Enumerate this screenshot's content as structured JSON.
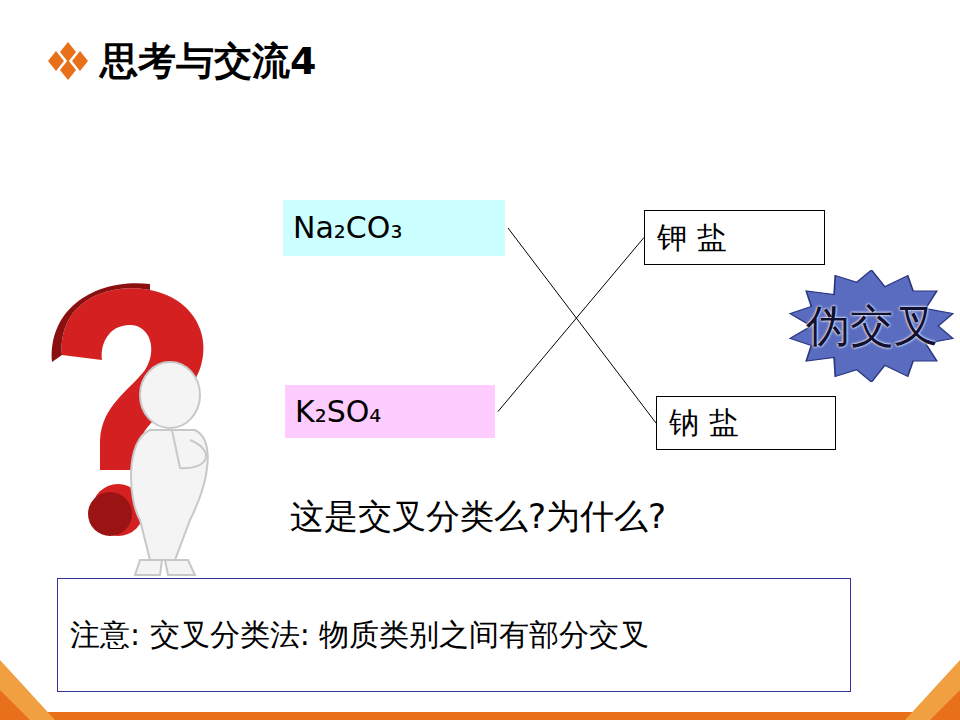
{
  "diagram": {
    "title": "思考与交流4",
    "nodes": [
      {
        "text": [
          "Na₂CO₃"
        ]
      },
      {
        "text": [
          "钾 盐"
        ]
      },
      {
        "text": [
          "伪交叉"
        ]
      },
      {
        "text": [
          "K₂SO₄"
        ]
      },
      {
        "text": [
          "钠 盐"
        ]
      },
      {
        "text": [
          "注意: 交叉分类法: 物质类别之间有部分交叉"
        ]
      }
    ],
    "edges": [
      {
        "from": 0,
        "to": 4,
        "arrow": "none"
      },
      {
        "from": 3,
        "to": 1,
        "arrow": "none"
      }
    ],
    "labels": [
      "这是交叉分类么?为什么?"
    ]
  }
}
